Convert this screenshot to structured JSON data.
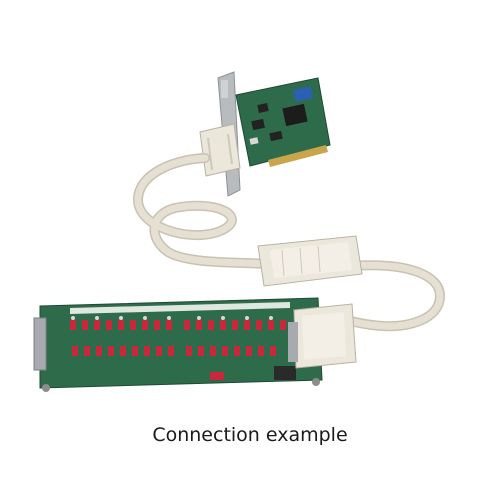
{
  "caption": "Connection example",
  "colors": {
    "pcb_green": "#2e6b4a",
    "cable_beige": "#e6e0d2",
    "connector_beige": "#ece7db",
    "bracket_metal": "#b9bcbf",
    "terminal_red": "#c8283a"
  },
  "items": {
    "pci_board": "pci-interface-board",
    "cable": "shielded-flat-cable",
    "terminal_board": "terminal-block-board"
  }
}
